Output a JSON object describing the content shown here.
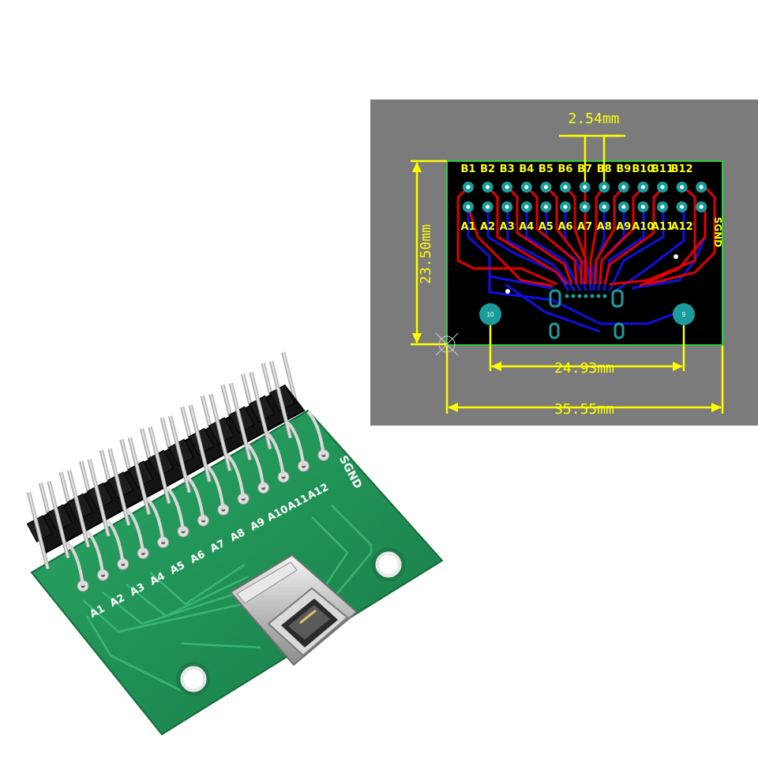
{
  "pcb_layout": {
    "dimensions": {
      "pitch": "2.54mm",
      "height": "23.50mm",
      "hole_spacing": "24.93mm",
      "width": "35.55mm"
    },
    "top_row_labels": [
      "B1",
      "B2",
      "B3",
      "B4",
      "B5",
      "B6",
      "B7",
      "B8",
      "B9",
      "B10",
      "B11",
      "B12"
    ],
    "bottom_row_labels": [
      "A1",
      "A2",
      "A3",
      "A4",
      "A5",
      "A6",
      "A7",
      "A8",
      "A9",
      "A10",
      "A11",
      "A12"
    ],
    "ground_label": "SGND",
    "mount_holes": [
      "10",
      "9"
    ],
    "colors": {
      "background": "#7b7b7b",
      "board": "#000000",
      "outline": "#2ecc40",
      "dimension": "#ffff00",
      "pad": "#1a9c9c",
      "top_trace": "#e00000",
      "bottom_trace": "#1010e0"
    }
  },
  "photo": {
    "silkscreen_labels": [
      "A1",
      "A2",
      "A3",
      "A4",
      "A5",
      "A6",
      "A7",
      "A8",
      "A9",
      "A10",
      "A11",
      "A12"
    ],
    "ground_label": "SGND",
    "colors": {
      "board": "#1f8a52",
      "header": "#111111",
      "pin": "#c9c9c9",
      "connector": "#cfcfcf"
    }
  }
}
